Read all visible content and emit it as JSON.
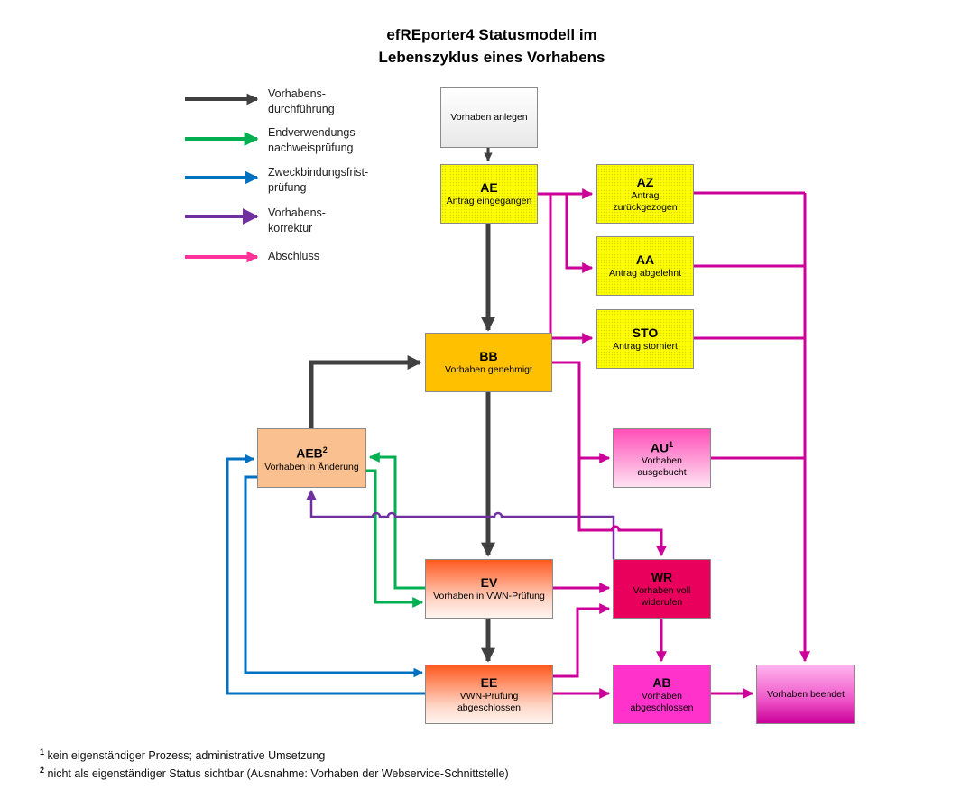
{
  "title": {
    "line1": "efREporter4 Statusmodell im",
    "line2": "Lebenszyklus eines Vorhabens"
  },
  "legend": [
    {
      "label": "Vorhabens-\ndurchführung",
      "color": "#404040"
    },
    {
      "label": "Endverwendungs-\nnachweisprüfung",
      "color": "#00b050"
    },
    {
      "label": "Zweckbindungsfrist-\nprüfung",
      "color": "#0070c0"
    },
    {
      "label": "Vorhabens-\nkorrektur",
      "color": "#7030a0"
    },
    {
      "label": "Abschluss",
      "color": "#ff3399"
    }
  ],
  "colors": {
    "process": "#404040",
    "evn": "#00b050",
    "zbf": "#0070c0",
    "correction": "#7030a0",
    "closure": "#cc0099"
  },
  "nodes": {
    "start": {
      "code": "",
      "desc": "Vorhaben anlegen"
    },
    "ae": {
      "code": "AE",
      "desc": "Antrag eingegangen"
    },
    "az": {
      "code": "AZ",
      "desc": "Antrag zurückgezogen"
    },
    "aa": {
      "code": "AA",
      "desc": "Antrag abgelehnt"
    },
    "sto": {
      "code": "STO",
      "desc": "Antrag storniert"
    },
    "bb": {
      "code": "BB",
      "desc": "Vorhaben genehmigt"
    },
    "aeb": {
      "code": "AEB",
      "sup": "2",
      "desc": "Vorhaben in Änderung"
    },
    "au": {
      "code": "AU",
      "sup": "1",
      "desc": "Vorhaben ausgebucht"
    },
    "ev": {
      "code": "EV",
      "desc": "Vorhaben in VWN-Prüfung"
    },
    "wr": {
      "code": "WR",
      "desc": "Vorhaben voll widerufen"
    },
    "ee": {
      "code": "EE",
      "desc": "VWN-Prüfung abgeschlossen"
    },
    "ab": {
      "code": "AB",
      "desc": "Vorhaben abgeschlossen"
    },
    "end": {
      "code": "",
      "desc": "Vorhaben beendet"
    }
  },
  "footnotes": [
    {
      "mark": "1",
      "text": "kein eigenständiger Prozess; administrative Umsetzung"
    },
    {
      "mark": "2",
      "text": "nicht als eigenständiger Status sichtbar (Ausnahme: Vorhaben der Webservice-Schnittstelle)"
    }
  ]
}
